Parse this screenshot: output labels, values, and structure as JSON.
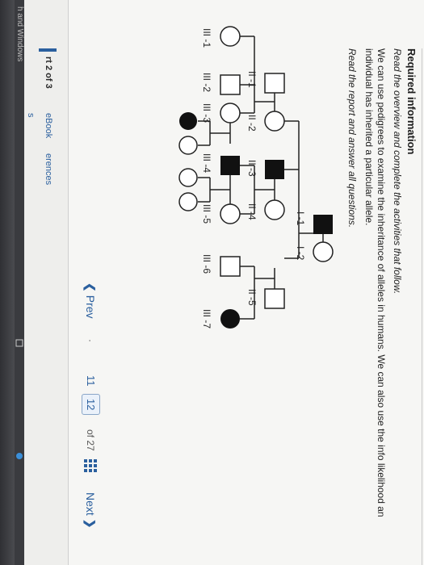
{
  "header": {
    "title": "Required information",
    "overview": "Read the overview and complete the activities that follow.",
    "intro": "We can use pedigrees to examine the inheritance of alleles in humans. We can also use the info likelihood an individual has inherited a particular allele.",
    "instruction": "Read the report and answer all questions."
  },
  "sidebar": {
    "part": "rt 2 of 3",
    "ebook": "eBook",
    "references": "erences",
    "ps": "s"
  },
  "pedigree": {
    "labels": {
      "I1": "I -1",
      "I2": "I -2",
      "II1": "II -1",
      "II2": "II -2",
      "II3": "II -3",
      "II4": "II -4",
      "II5": "II -5",
      "III1": "III -1",
      "III2": "III -2",
      "III3": "III -3",
      "III4": "III -4",
      "III5": "III -5",
      "III6": "III -6",
      "III7": "III -7"
    }
  },
  "nav": {
    "prev": "Prev",
    "dot": "·",
    "pages": [
      "11",
      "12"
    ],
    "current_page": "12",
    "of_total": "of 27",
    "next": "Next"
  },
  "taskbar": {
    "text": "h and Windows"
  },
  "colors": {
    "accent": "#2a5f9e",
    "ink": "#222222",
    "affected": "#111111"
  }
}
